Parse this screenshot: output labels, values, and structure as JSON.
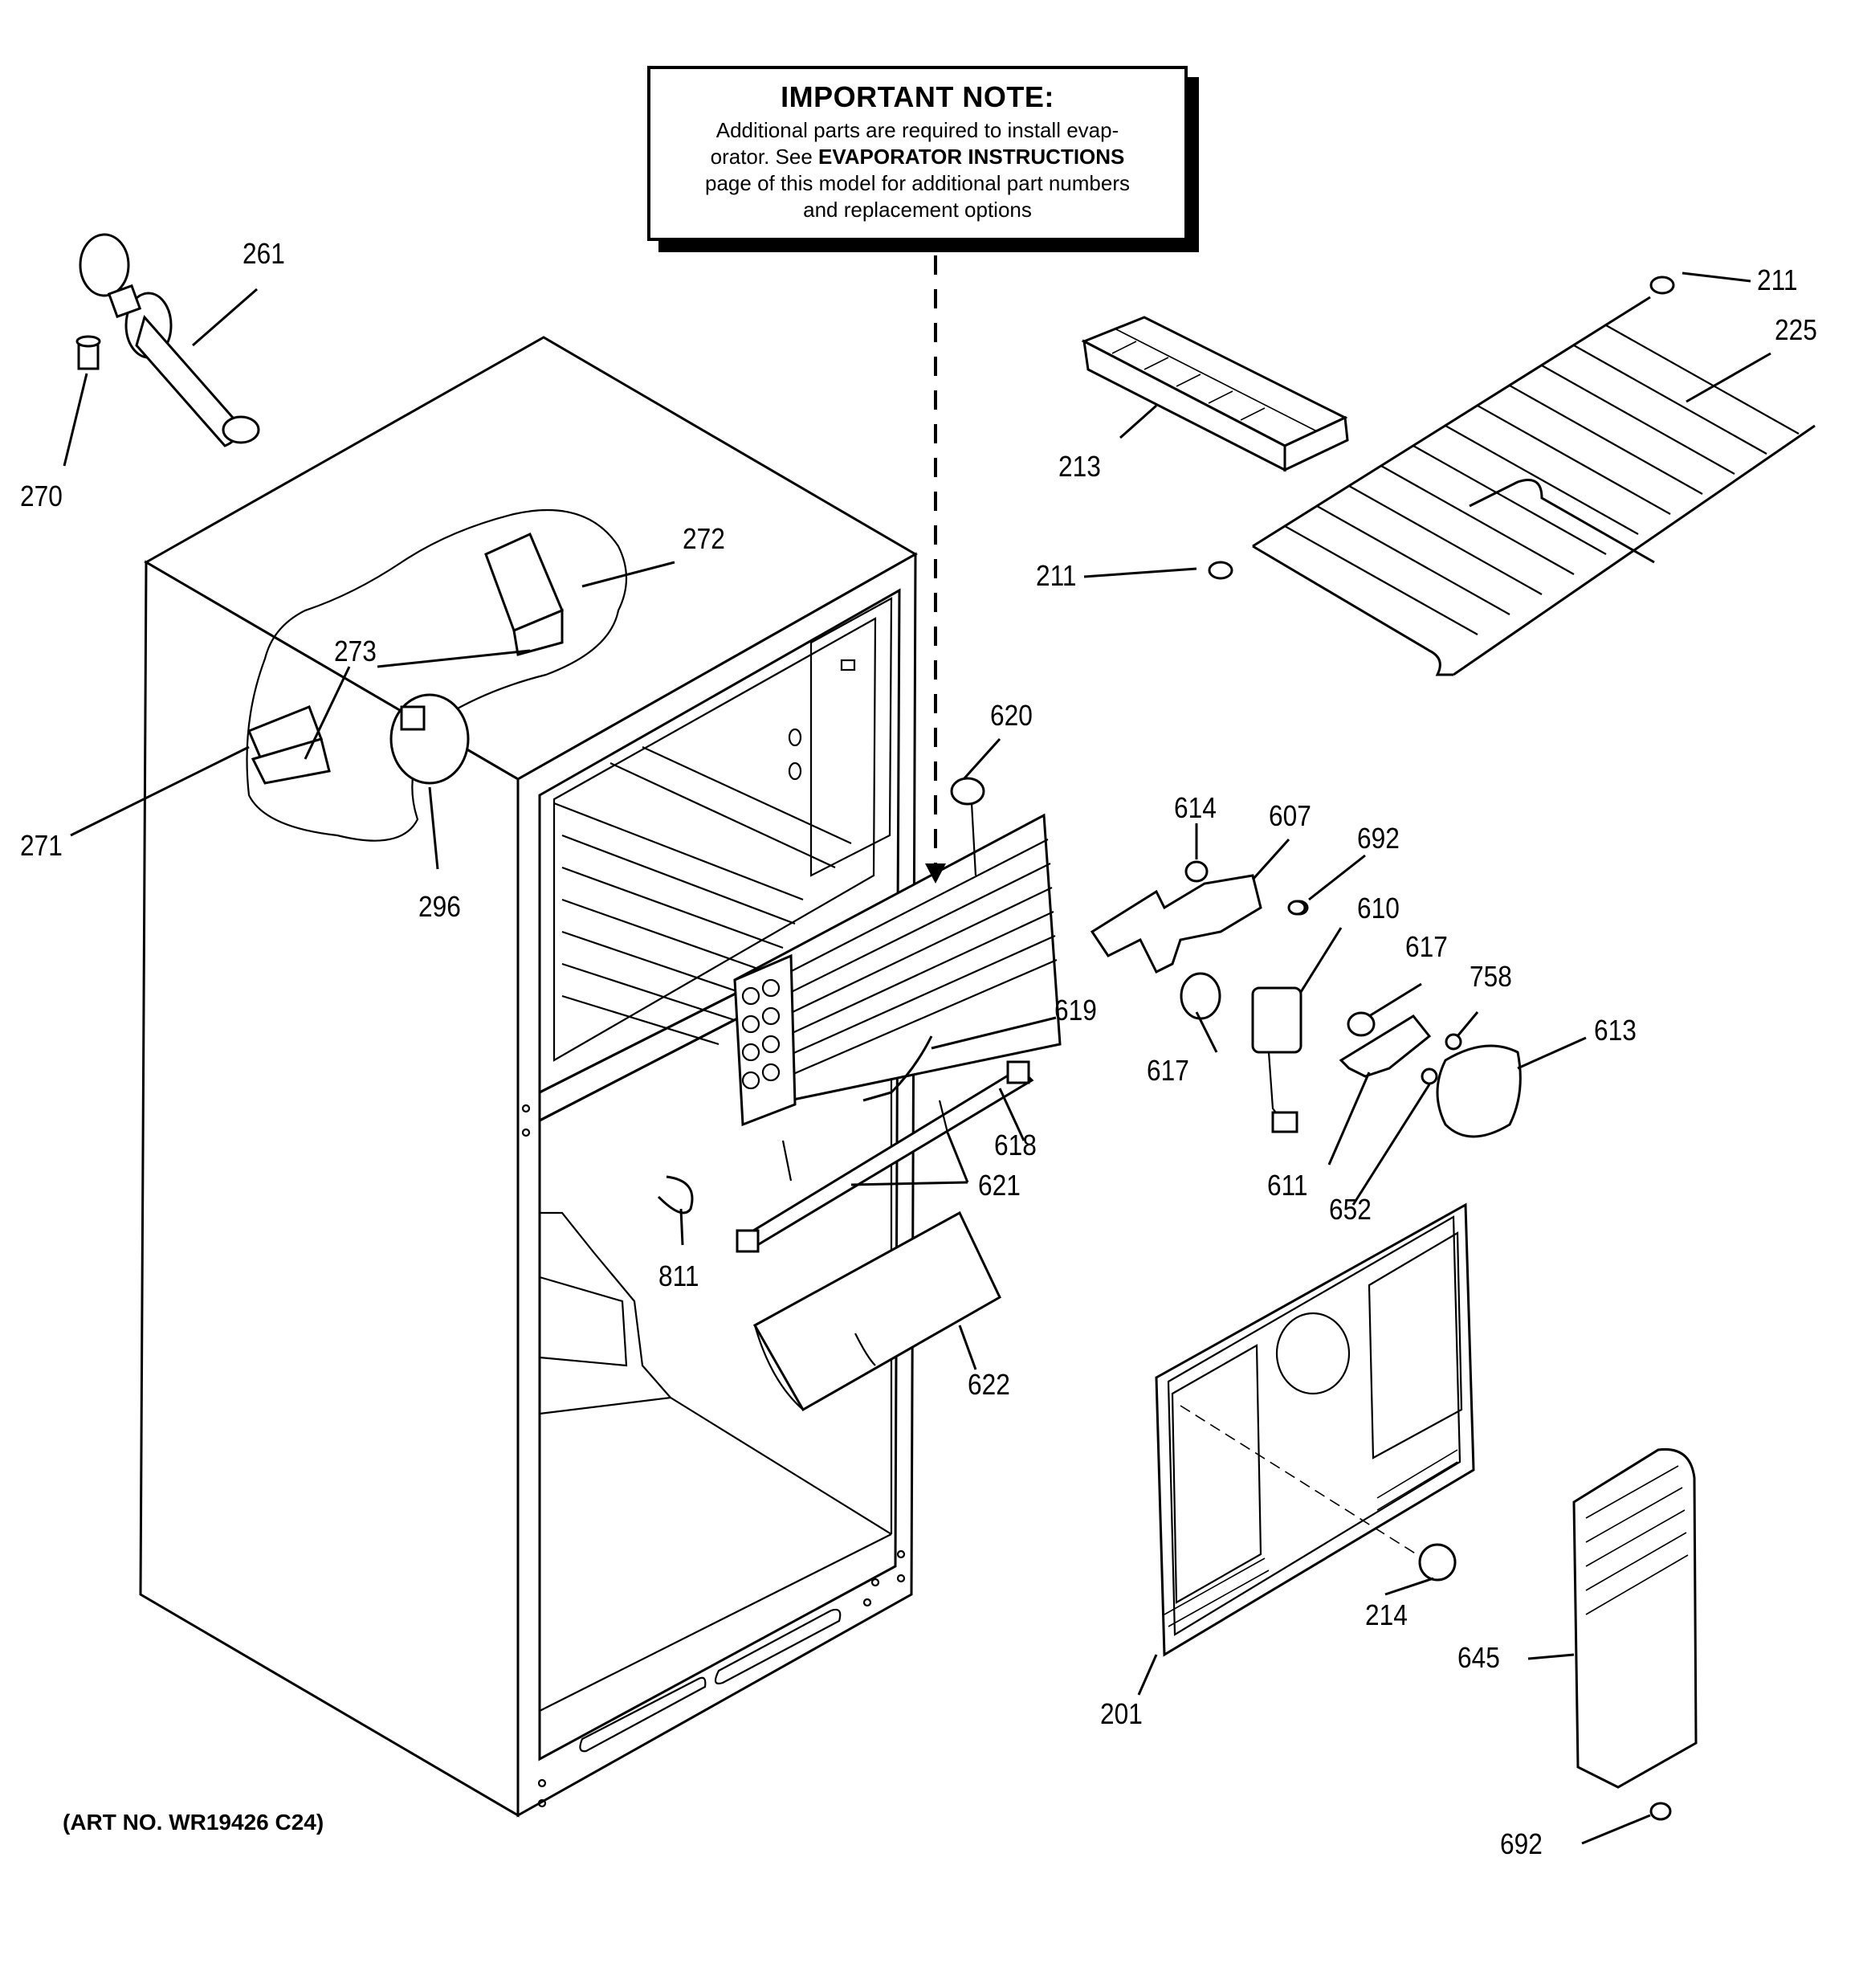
{
  "note": {
    "title": "IMPORTANT NOTE:",
    "line1": "Additional parts are required to install evap-",
    "line2_a": "orator.  See ",
    "line2_b": "EVAPORATOR INSTRUCTIONS",
    "line3": "page of this model for additional part numbers",
    "line4": "and replacement options"
  },
  "art_number": "(ART NO. WR19426 C24)",
  "parts": {
    "p261": "261",
    "p270": "270",
    "p272": "272",
    "p273": "273",
    "p271": "271",
    "p296": "296",
    "p211a": "211",
    "p225": "225",
    "p213": "213",
    "p211b": "211",
    "p620": "620",
    "p614": "614",
    "p607": "607",
    "p692a": "692",
    "p610": "610",
    "p617a": "617",
    "p617b": "617",
    "p758": "758",
    "p613": "613",
    "p619": "619",
    "p618": "618",
    "p621": "621",
    "p611": "611",
    "p652": "652",
    "p811": "811",
    "p622": "622",
    "p214": "214",
    "p645": "645",
    "p201": "201",
    "p692b": "692"
  }
}
